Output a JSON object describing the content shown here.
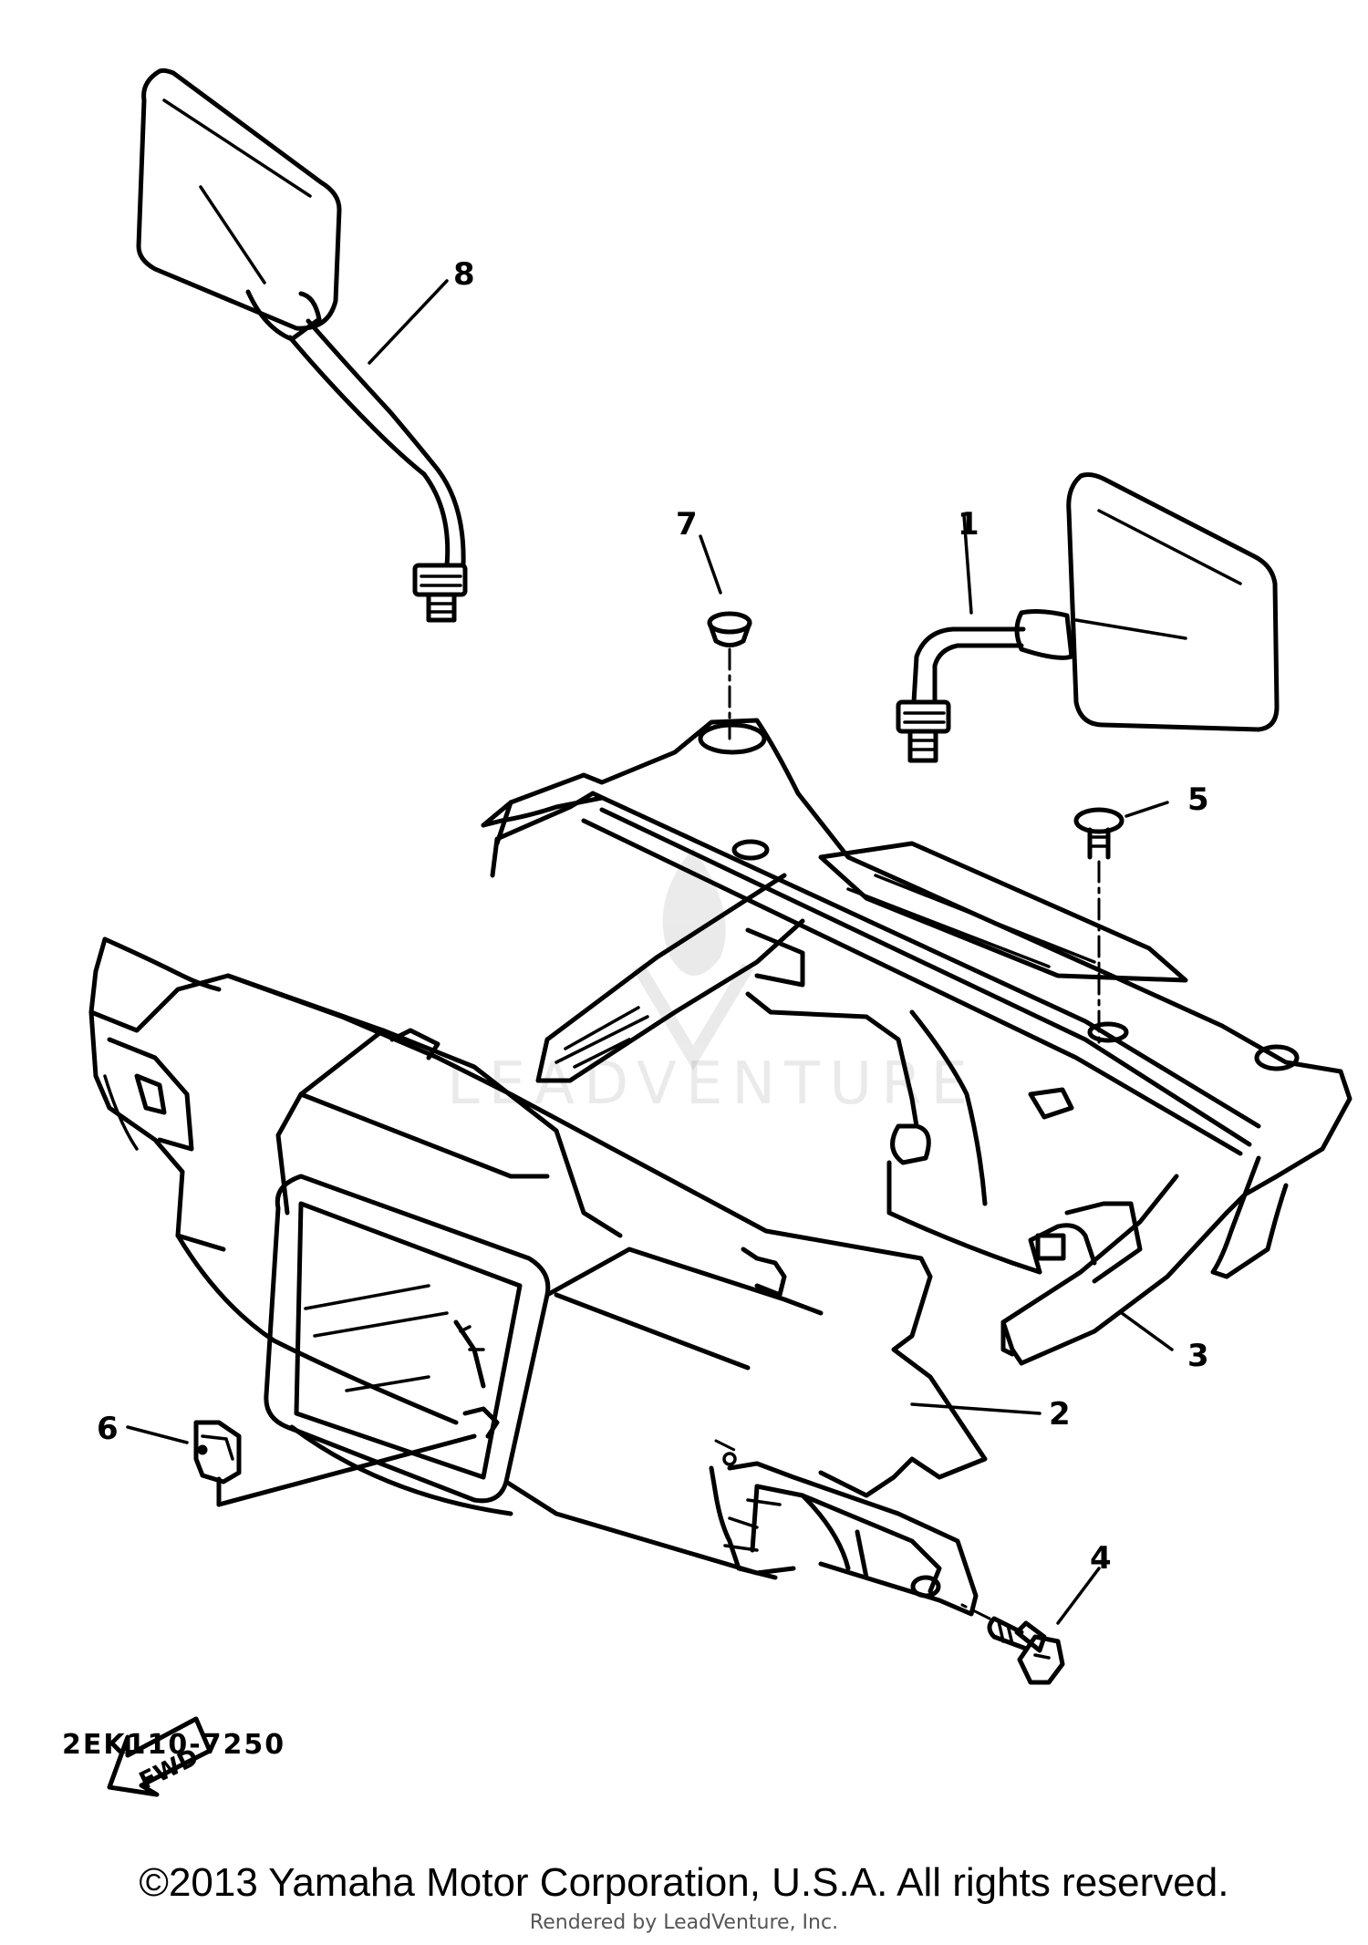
{
  "diagram": {
    "callouts": [
      "1",
      "2",
      "3",
      "4",
      "5",
      "6",
      "7",
      "8"
    ],
    "fwd_label": "FWD",
    "watermark": "LEADVENTURE",
    "diagram_code": "2EK110-7250",
    "copyright": "©2013 Yamaha Motor Corporation, U.S.A. All rights reserved.",
    "rendered_by": "Rendered by LeadVenture, Inc."
  }
}
